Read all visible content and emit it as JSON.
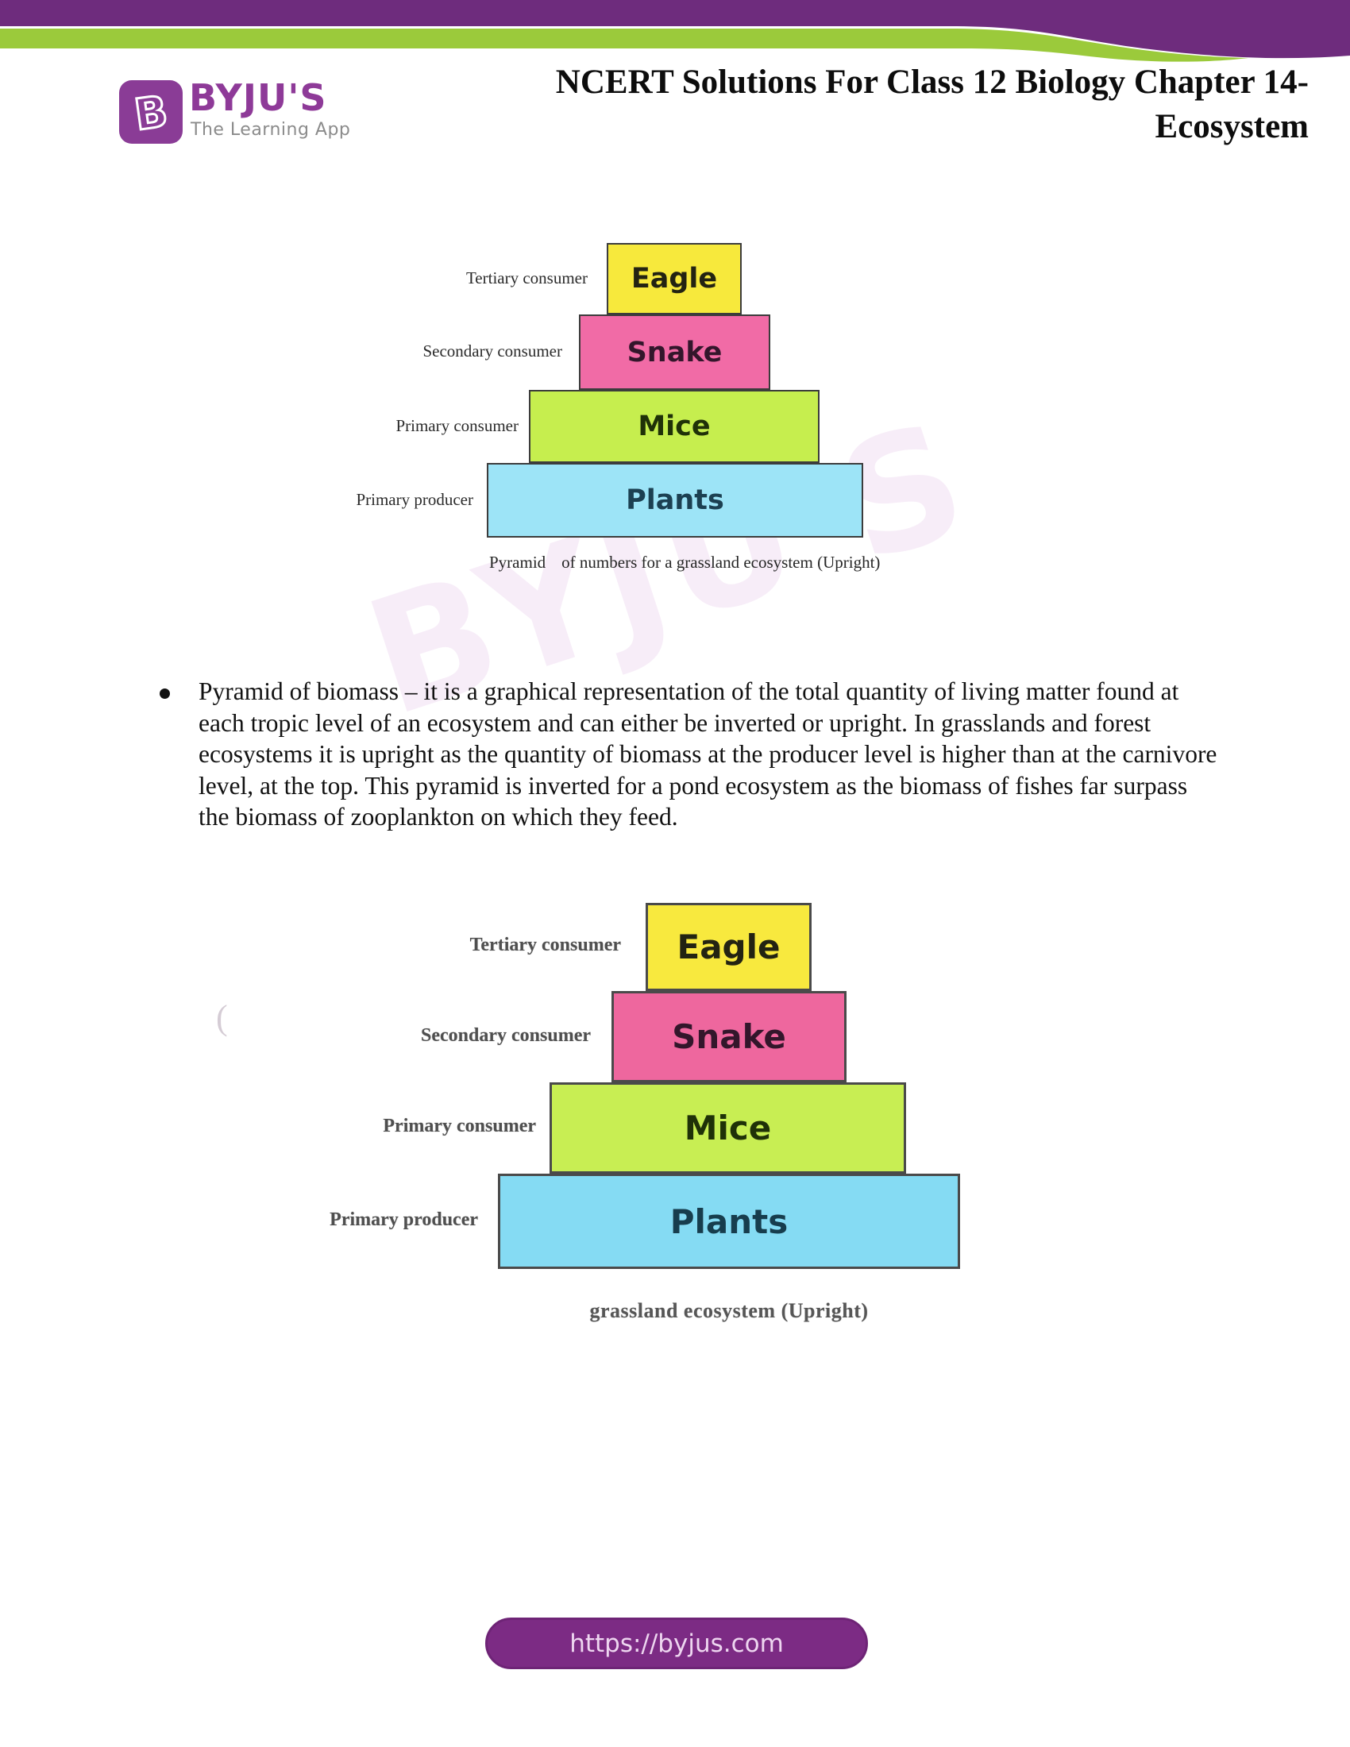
{
  "header": {
    "band_colors": {
      "purple": "#6e2c7d",
      "green": "#9bca3b"
    },
    "brand": {
      "logo_letter": "B",
      "name": "BYJU'S",
      "tagline": "The Learning App",
      "logo_bg": "#8a3c96",
      "name_color": "#8e3a98"
    },
    "title": {
      "line1": "NCERT Solutions For Class 12 Biology Chapter 14-",
      "line2": "Ecosystem"
    }
  },
  "watermark": {
    "text": "BYJU'S",
    "stray": "("
  },
  "pyramid_numbers": {
    "levels": [
      {
        "label": "Tertiary consumer",
        "name": "Eagle",
        "color": "#f7e93c",
        "text_color": "#232312"
      },
      {
        "label": "Secondary consumer",
        "name": "Snake",
        "color": "#f16ba6",
        "text_color": "#33162b"
      },
      {
        "label": "Primary consumer",
        "name": "Mice",
        "color": "#c6ee4e",
        "text_color": "#1f3108"
      },
      {
        "label": "Primary producer",
        "name": "Plants",
        "color": "#9de4f7",
        "text_color": "#1c4052"
      }
    ],
    "caption_lead": "Pyramid",
    "caption_rest": "of numbers for a grassland ecosystem (Upright)"
  },
  "biomass_bullet": {
    "marker": "•",
    "text": "Pyramid of biomass – it is a graphical representation of the total quantity of living matter found at each tropic level of an ecosystem and can either be inverted or upright. In grasslands and forest ecosystems it is upright as the quantity of biomass at the producer level is higher than at the carnivore level, at the top. This pyramid is inverted for a pond ecosystem as the biomass of fishes far surpass the biomass of zooplankton on which they feed."
  },
  "pyramid_biomass": {
    "levels": [
      {
        "label": "Tertiary consumer",
        "name": "Eagle",
        "color": "#f8e93e",
        "text_color": "#232312"
      },
      {
        "label": "Secondary consumer",
        "name": "Snake",
        "color": "#ee679e",
        "text_color": "#33162b"
      },
      {
        "label": "Primary consumer",
        "name": "Mice",
        "color": "#c8ee53",
        "text_color": "#1f3108"
      },
      {
        "label": "Primary producer",
        "name": "Plants",
        "color": "#85dbf3",
        "text_color": "#173d4d"
      }
    ],
    "caption": "grassland ecosystem (Upright)"
  },
  "footer": {
    "url_label": "https://byjus.com",
    "pill_color": "#7c2b84"
  }
}
